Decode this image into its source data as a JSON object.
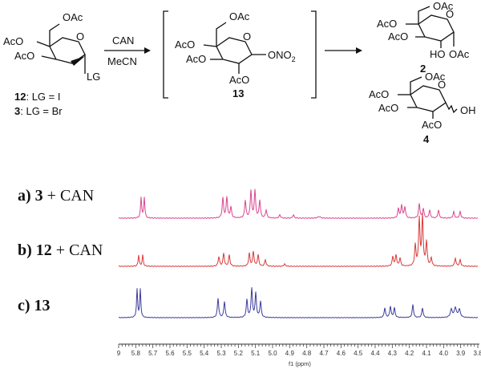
{
  "scheme": {
    "reactant": {
      "substituents": [
        "OAc",
        "AcO",
        "AcO",
        "O",
        "LG"
      ],
      "compounds": [
        {
          "number": "12",
          "text": ": LG = I"
        },
        {
          "number": "3",
          "text": ": LG = Br"
        }
      ]
    },
    "reagents": {
      "above": "CAN",
      "below": "MeCN"
    },
    "intermediate": {
      "substituents": [
        "OAc",
        "AcO",
        "AcO",
        "O",
        "AcO",
        "ONO",
        "2"
      ],
      "number": "13"
    },
    "product_2": {
      "substituents": [
        "OAc",
        "AcO",
        "AcO",
        "O",
        "HO",
        "OAc"
      ],
      "number": "2"
    },
    "product_4": {
      "substituents": [
        "OAc",
        "AcO",
        "AcO",
        "O",
        "AcO",
        "OH"
      ],
      "number": "4"
    }
  },
  "spectra": {
    "traces": [
      {
        "letter": "a)",
        "bold_part": "3",
        "rest": " + CAN",
        "color": "#d9468f"
      },
      {
        "letter": "b)",
        "bold_part": "12",
        "rest": " + CAN",
        "color": "#d93a3a"
      },
      {
        "letter": "c)",
        "bold_part": "13",
        "rest": "",
        "color": "#3c3c9c"
      }
    ],
    "axis": {
      "ticks": [
        "9",
        "5.8",
        "5.7",
        "5.6",
        "5.5",
        "5.4",
        "5.3",
        "5.2",
        "5.1",
        "5.0",
        "4.9",
        "4.8",
        "4.7",
        "4.6",
        "4.5",
        "4.4",
        "4.3",
        "4.2",
        "4.1",
        "4.0",
        "3.9",
        "3.8"
      ],
      "title": "f1 (ppm)"
    }
  }
}
